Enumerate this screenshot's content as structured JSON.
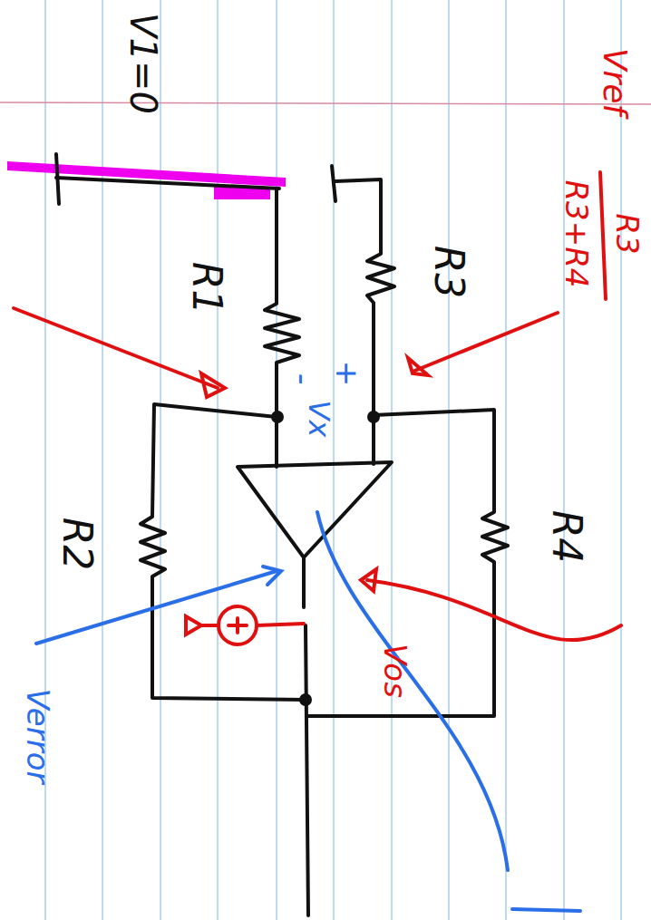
{
  "diagram": {
    "labels": [
      "V1=0",
      "R1",
      "R3",
      "R2",
      "R4",
      "Vref",
      "R3",
      "R3+R4",
      "+",
      "Vx",
      "-",
      "Vos",
      "Verror"
    ]
  }
}
